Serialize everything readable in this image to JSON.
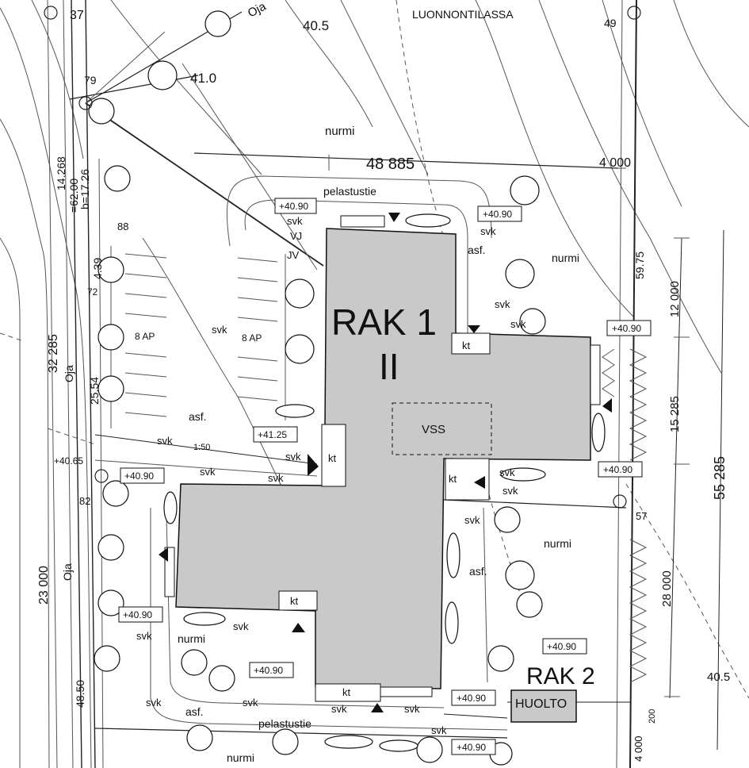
{
  "buildings": {
    "rak1_name": "RAK 1",
    "rak1_floors": "II",
    "vss": "VSS",
    "rak2_name": "RAK 2",
    "rak2_use": "HUOLTO"
  },
  "area_labels": {
    "top": "LUONNONTILASSA",
    "nurmi_1": "nurmi",
    "nurmi_2": "nurmi",
    "nurmi_3": "nurmi",
    "nurmi_4": "nurmi",
    "nurmi_5": "nurmi",
    "pelastustie_top": "pelastustie",
    "pelastustie_bottom": "pelastustie",
    "asf_1": "asf.",
    "asf_2": "asf.",
    "asf_3": "asf.",
    "asf_4": "asf.",
    "ap_left": "8 AP",
    "ap_right": "8 AP",
    "oja_1": "Oja",
    "oja_2": "Oja",
    "oja_3": "Oja",
    "scale": "1:50"
  },
  "levels": {
    "l1": "+40.90",
    "l2": "+40.90",
    "l3": "+40.90",
    "l4": "+41.25",
    "l5": "+40.90",
    "l6": "+40.90",
    "l7": "+40.90",
    "l8": "+40.90",
    "l9": "+40.90",
    "l10": "+40.90",
    "l11": "+40.90",
    "l12": "+40.65"
  },
  "markers": {
    "kt1": "kt",
    "kt2": "kt",
    "kt3": "kt",
    "kt4": "kt",
    "kt5": "kt",
    "svk": "svk",
    "vj": "VJ",
    "jv": "JV"
  },
  "numbers": {
    "n37": "37",
    "n49": "49",
    "n79": "79",
    "n88": "88",
    "n72": "72",
    "n82": "82",
    "n57": "57",
    "h40_5_top": "40.5",
    "h41_0": "41.0",
    "h40_5_right": "40.5"
  },
  "dimensions": {
    "d48885": "48 885",
    "d4000_top": "4 000",
    "d59_75": "59.75",
    "d12000": "12 000",
    "d15285": "15 285",
    "d55285": "55 285",
    "d28000": "28 000",
    "d4000_bottom": "4 000",
    "d200": "200",
    "d14268": "14.268",
    "d17_26": "b=17.26",
    "d62_00": "=62.00",
    "d4_39": "4.39",
    "d32285": "32 285",
    "d25_54": "25.54",
    "d23000": "23 000",
    "d48_50": "48.50"
  }
}
